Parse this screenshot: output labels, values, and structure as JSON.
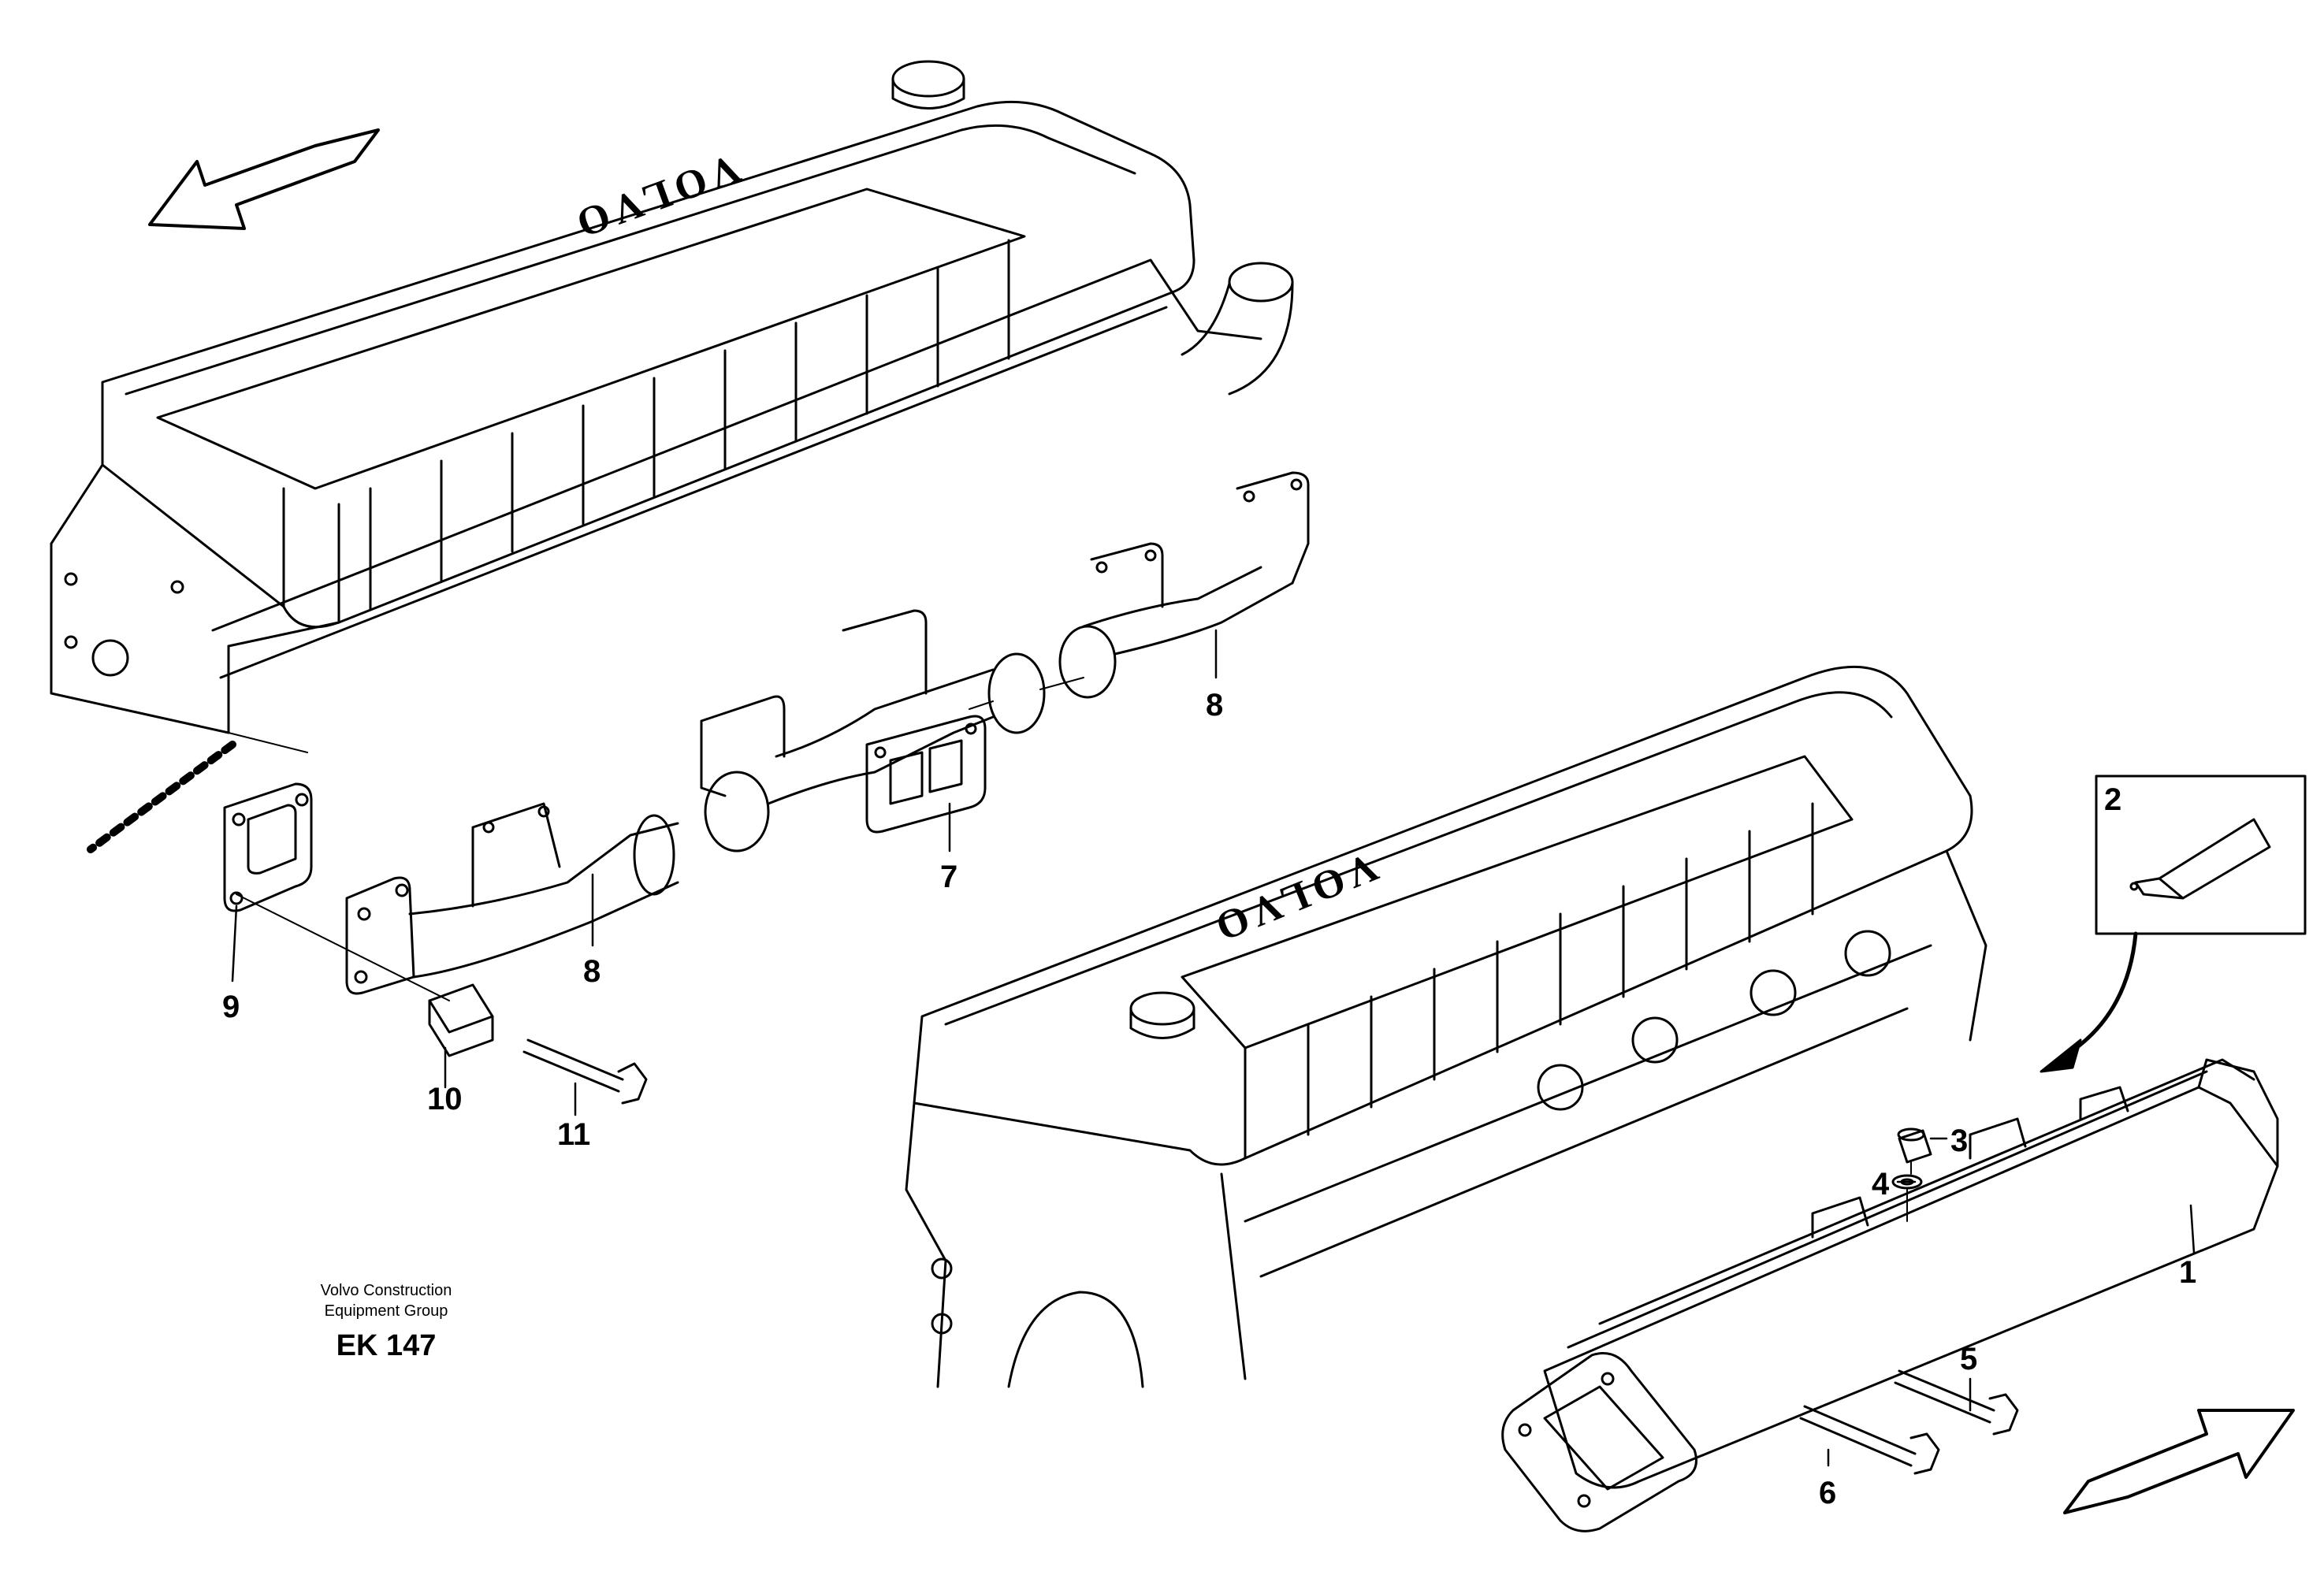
{
  "callouts": {
    "c1": "1",
    "c2": "2",
    "c3": "3",
    "c4": "4",
    "c5": "5",
    "c6": "6",
    "c7": "7",
    "c8a": "8",
    "c8b": "8",
    "c9": "9",
    "c10": "10",
    "c11": "11"
  },
  "caption": {
    "line1": "Volvo Construction",
    "line2": "Equipment Group",
    "code": "EK 147"
  },
  "cover_logo": {
    "upper": "VOLVO",
    "lower": "VOLVO"
  }
}
